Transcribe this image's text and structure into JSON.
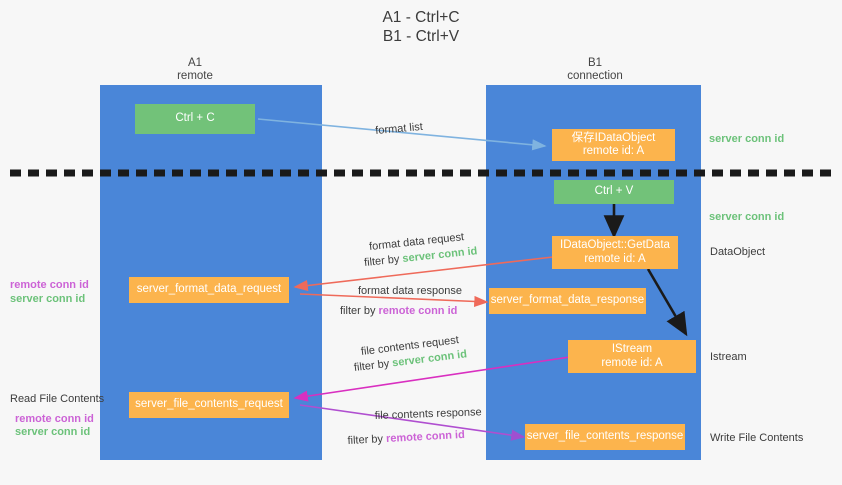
{
  "title": {
    "line1": "A1 - Ctrl+C",
    "line2": "B1 - Ctrl+V"
  },
  "lanes": [
    {
      "id": "a1",
      "name": "A1",
      "role": "remote"
    },
    {
      "id": "b1",
      "name": "B1",
      "role": "connection"
    }
  ],
  "boxes": {
    "ctrl_c": {
      "label": "Ctrl + C",
      "color": "#72c279"
    },
    "ctrl_v": {
      "label": "Ctrl + V",
      "color": "#72c279"
    },
    "save_idataobject": {
      "line1": "保存IDataObject",
      "line2": "remote id: A",
      "color": "#fcb44d"
    },
    "getdata": {
      "line1": "IDataObject::GetData",
      "line2": "remote id: A",
      "color": "#fcb44d"
    },
    "istream": {
      "line1": "IStream",
      "line2": "remote id: A",
      "color": "#fcb44d"
    },
    "server_format_data_request": {
      "label": "server_format_data_request",
      "color": "#fcb44d"
    },
    "server_format_data_response": {
      "label": "server_format_data_response",
      "color": "#fcb44d"
    },
    "server_file_contents_request": {
      "label": "server_file_contents_request",
      "color": "#fcb44d"
    },
    "server_file_contents_response": {
      "label": "server_file_contents_response",
      "color": "#fcb44d"
    }
  },
  "edge_labels": {
    "format_list": "format list",
    "format_data_request": "format data request",
    "format_data_request_filter_prefix": "filter by ",
    "format_data_request_filter_value": "server conn id",
    "format_data_response": "format data response",
    "format_data_response_filter_prefix": "filter by ",
    "format_data_response_filter_value": "remote conn id",
    "file_contents_request": "file contents request",
    "file_contents_request_filter_prefix": "filter by ",
    "file_contents_request_filter_value": "server conn id",
    "file_contents_response": "file contents response",
    "file_contents_response_filter_prefix": "filter by ",
    "file_contents_response_filter_value": "remote conn id"
  },
  "side_labels": {
    "right_server_conn_id_top": "server conn id",
    "right_server_conn_id_mid": "server conn id",
    "right_dataobject": "DataObject",
    "right_istream": "Istream",
    "right_write_file_contents": "Write File Contents",
    "left_remote_conn_id_1": "remote conn id",
    "left_server_conn_id_1": "server conn id",
    "left_read_file_contents": "Read File Contents",
    "left_remote_conn_id_2": "remote conn id",
    "left_server_conn_id_2": "server conn id"
  },
  "colors": {
    "lane": "#4a86d8",
    "green": "#72c279",
    "orange": "#fcb44d",
    "green_text": "#6cc27a",
    "purple_text": "#cc63d6",
    "arrow_blue": "#7fb3e0",
    "arrow_red": "#ef6a5a",
    "arrow_magenta": "#d92fc0",
    "arrow_purple": "#a04fd0",
    "arrow_black": "#1a1a1a",
    "divider": "#1a1a1a",
    "background": "#f7f7f7"
  }
}
